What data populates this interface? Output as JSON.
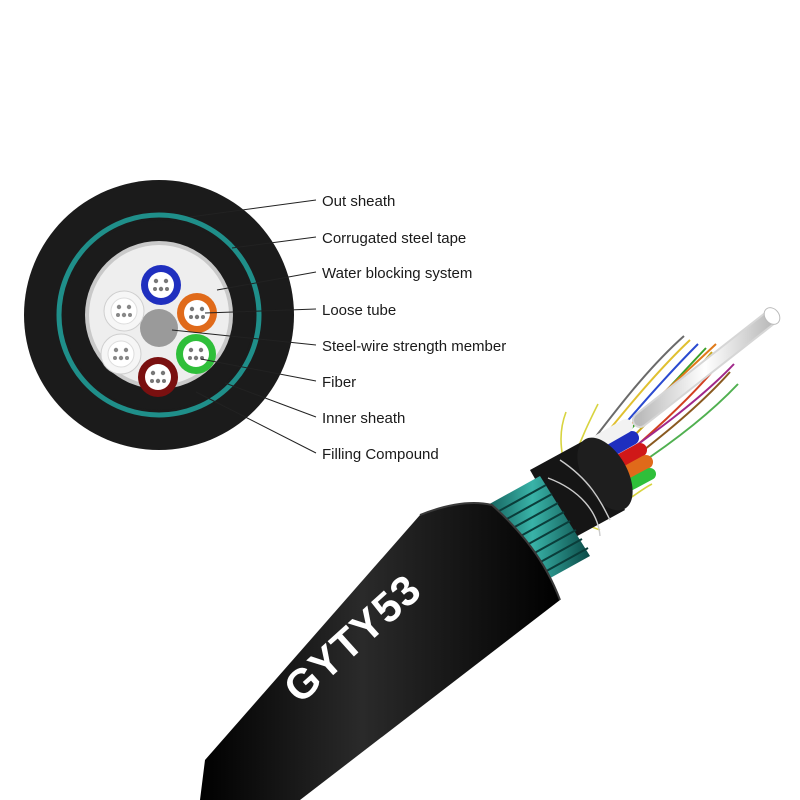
{
  "labels": [
    "Out sheath",
    "Corrugated steel tape",
    "Water blocking system",
    "Loose tube",
    "Steel-wire strength member",
    "Fiber",
    "Inner sheath",
    "Filling Compound"
  ],
  "cable_marking": "GYTY53",
  "colors": {
    "sheath": "#1b1b1b",
    "steel_tape": "#1f8f8a",
    "tube_blue": "#1f2fbf",
    "tube_orange": "#e06a1a",
    "tube_green": "#2fbf3a",
    "tube_brown": "#7a1010",
    "tube_white": "#f4f4f4",
    "strength_member": "#9a9a9a"
  }
}
